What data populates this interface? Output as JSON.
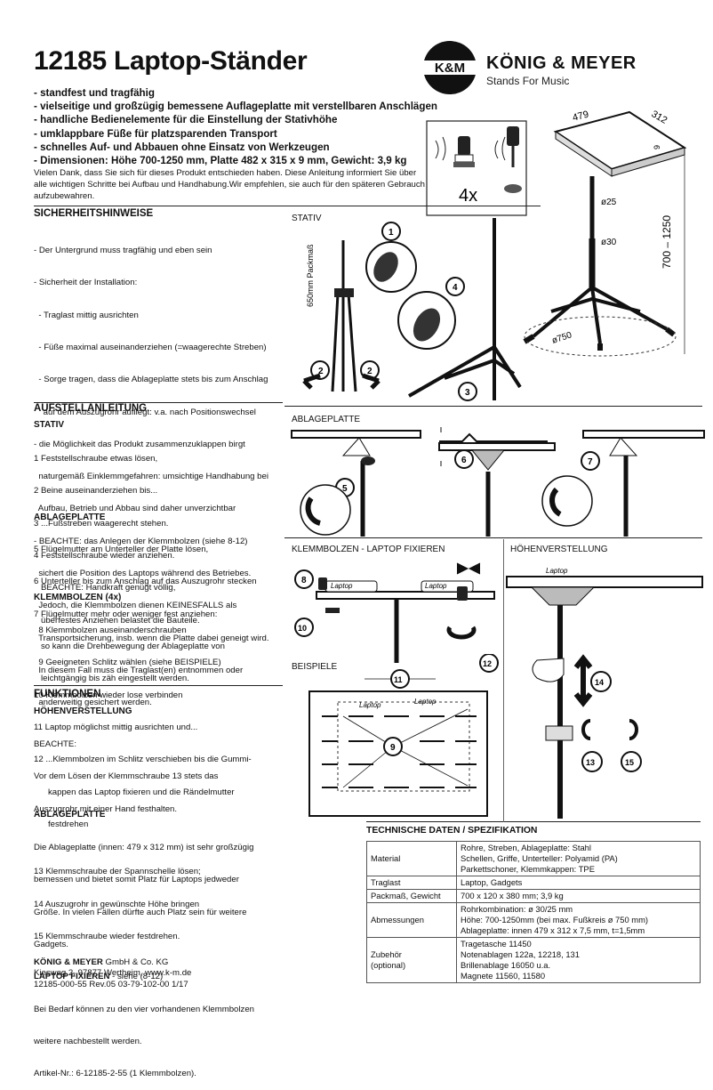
{
  "title": "12185 Laptop-Ständer",
  "brand": {
    "abbr": "K&M",
    "name": "KÖNIG & MEYER",
    "tagline": "Stands For Music"
  },
  "features": [
    "- standfest und tragfähig",
    "- vielseitige und großzügig bemessene Auflageplatte mit verstellbaren Anschlägen",
    "- handliche Bedienelemente für die Einstellung der Stativhöhe",
    "- umklappbare Füße für platzsparenden Transport",
    "- schnelles Auf- und Abbauen ohne Einsatz von Werkzeugen",
    "- Dimensionen: Höhe 700-1250 mm, Platte 482 x 315 x 9 mm, Gewicht: 3,9 kg"
  ],
  "intro": "Vielen Dank, dass Sie sich für dieses Produkt entschieden haben. Diese Anleitung informiert Sie über alle wichtigen Schritte bei Aufbau und Handhabung.Wir empfehlen, sie auch für den späteren Gebrauch aufzubewahren.",
  "safety": {
    "heading": "SICHERHEITSHINWEISE",
    "lines": [
      "- Der Untergrund muss tragfähig und eben sein",
      "- Sicherheit der Installation:",
      "  - Traglast mittig ausrichten",
      "  - Füße maximal auseinanderziehen (=waagerechte Streben)",
      "  - Sorge tragen, dass die Ablageplatte stets bis zum Anschlag",
      "    auf dem Auszugrohr aufliegt: v.a. nach Positionswechsel",
      "- die Möglichkeit das Produkt zusammenzuklappen birgt",
      "  naturgemäß Einklemmgefahren: umsichtige Handhabung bei",
      "  Aufbau, Betrieb und Abbau sind daher unverzichtbar",
      "- BEACHTE: das Anlegen der Klemmbolzen (siehe 8-12)",
      "  sichert die Position des Laptops während des Betriebes.",
      "  Jedoch, die Klemmbolzen dienen KEINESFALLS als",
      "  Transportsicherung, insb. wenn die Platte dabei geneigt wird.",
      "  In diesem Fall muss die Traglast(en) entnommen oder",
      "  anderweitig gesichert werden."
    ]
  },
  "assembly": {
    "heading": "AUFSTELLANLEITUNG",
    "stativ": {
      "heading": "STATIV",
      "lines": [
        "1 Feststellschraube etwas lösen,",
        "2 Beine auseinanderziehen bis...",
        "3 ...Fußstreben waagerecht stehen.",
        "4 Feststellschraube wieder anziehen.",
        "   BEACHTE: Handkraft genügt völlig,",
        "   überfestes Anziehen belastet die Bauteile."
      ]
    },
    "plate": {
      "heading": "ABLAGEPLATTE",
      "lines": [
        "5 Flügelmutter am Unterteller der Platte lösen,",
        "6 Unterteller bis zum Anschlag auf das Auszugrohr stecken",
        "7 Flügelmutter mehr oder weniger fest anziehen:",
        "   so kann die Drehbewegung der Ablageplatte von",
        "   leichtgängig bis zäh eingestellt werden."
      ]
    },
    "bolts": {
      "heading": "KLEMMBOLZEN (4x)",
      "lines": [
        "  8 Klemmbolzen auseinanderschrauben",
        "  9 Geeigneten Schlitz wählen (siehe BEISPIELE)",
        "10 Klemmbolzen wieder lose verbinden",
        "11 Laptop möglichst mittig ausrichten und...",
        "12 ...Klemmbolzen im Schlitz verschieben bis die Gummi-",
        "      kappen das Laptop fixieren und die Rändelmutter",
        "      festdrehen"
      ]
    }
  },
  "functions": {
    "heading": "FUNKTIONEN",
    "height": {
      "heading": "HÖHENVERSTELLUNG",
      "lines": [
        "BEACHTE:",
        "Vor dem Lösen der Klemmschraube 13 stets das",
        "Auszugrohr mit einer Hand festhalten.",
        "",
        "13 Klemmschraube der Spannschelle lösen;",
        "14 Auszugrohr in gewünschte Höhe bringen",
        "15 Klemmschraube wieder festdrehen."
      ]
    },
    "plate": {
      "heading": "ABLAGEPLATTE",
      "lines": [
        "Die Ablageplatte (innen: 479 x 312 mm) ist sehr großzügig",
        "bemessen und bietet somit Platz für Laptops jedweder",
        "Größe. In vielen Fällen dürfte auch Platz sein für weitere",
        "Gadgets."
      ],
      "fix_label": "LAPTOP FIXIEREN",
      "fix_ref": " - siehe (8-12)",
      "more_lines": [
        "Bei Bedarf können zu den vier vorhandenen Klemmbolzen",
        "weitere nachbestellt werden.",
        "Artikel-Nr.: 6-12185-2-55 (1 Klemmbolzen)."
      ]
    }
  },
  "figures": {
    "stativ": "STATIV",
    "plate": "ABLAGEPLATTE",
    "bolts": "KLEMMBOLZEN - LAPTOP FIXIEREN",
    "height": "HÖHENVERSTELLUNG",
    "examples": "BEISPIELE",
    "packmass": "650mm  Packmaß",
    "laptop": "Laptop",
    "qty": "4x",
    "dims": {
      "d479": "479",
      "d312": "312",
      "d9": "9",
      "dia25": "ø25",
      "dia30": "ø30",
      "h700": "700 – 1250",
      "dia750": "ø750"
    },
    "numbers": [
      "1",
      "2",
      "3",
      "4",
      "5",
      "6",
      "7",
      "8",
      "9",
      "10",
      "11",
      "12",
      "13",
      "14",
      "15"
    ]
  },
  "spec": {
    "heading": "TECHNISCHE DATEN / SPEZIFIKATION",
    "rows": [
      {
        "label": "Material",
        "lines": [
          "Rohre, Streben, Ablageplatte: Stahl",
          "Schellen, Griffe, Unterteller: Polyamid (PA)",
          "Parkettschoner, Klemmkappen: TPE"
        ]
      },
      {
        "label": "Traglast",
        "lines": [
          "Laptop, Gadgets"
        ]
      },
      {
        "label": "Packmaß, Gewicht",
        "lines": [
          "700 x 120 x 380 mm; 3,9 kg"
        ]
      },
      {
        "label": "Abmessungen",
        "lines": [
          "Rohrkombination: ø 30/25 mm",
          "Höhe: 700-1250mm (bei max. Fußkreis ø 750 mm)",
          "Ablageplatte: innen 479 x 312 x 7,5 mm, t=1,5mm"
        ]
      },
      {
        "label": "Zubehör\n(optional)",
        "lines": [
          "Tragetasche 11450",
          "Notenablagen 122a, 12218, 131",
          "Brillenablage 16050 u.a.",
          "Magnete 11560, 11580"
        ]
      }
    ]
  },
  "footer": {
    "company_bold": "KÖNIG & MEYER",
    "company_rest": " GmbH & Co. KG",
    "address": "Kiesweg 2, 97877 Wertheim, www.k-m.de",
    "doc": "12185-000-55  Rev.05  03-79-102-00  1/17"
  }
}
